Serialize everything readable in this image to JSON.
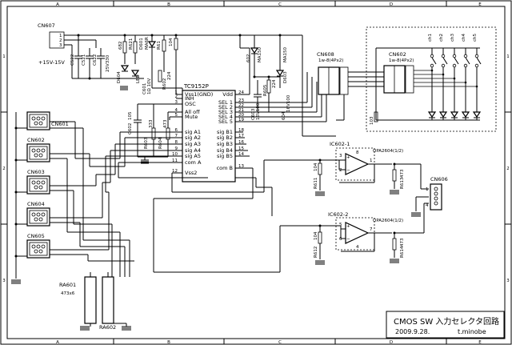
{
  "title_block": {
    "title": "CMOS SW 入力セレクタ回路",
    "date": "2009.9.28.",
    "author": "t.minobe"
  },
  "border": {
    "col_labels": [
      "A",
      "B",
      "C",
      "D",
      "E"
    ],
    "row_labels": [
      "1",
      "2",
      "3"
    ]
  },
  "power": {
    "connector": "CN607",
    "label": "+15V-15V",
    "pins": [
      "1",
      "2",
      "3"
    ],
    "caps": [
      "C522",
      "C521",
      "C622"
    ],
    "cap_value": "25V330",
    "resistors": [
      "682",
      "R621",
      "R61"
    ],
    "diodes": [
      "D604",
      "D601",
      "MA6R",
      "LED"
    ],
    "regulator": [
      "C601",
      "1Ω 10V",
      "104"
    ],
    "r602": [
      "R602",
      "224"
    ],
    "d602": [
      "602",
      "MA150"
    ],
    "c603": [
      "C603",
      "16V100"
    ]
  },
  "ic": {
    "name": "TC9152P",
    "left_pins": [
      {
        "num": "1",
        "label": "Vss1(GND)"
      },
      {
        "num": "2",
        "label": "INH"
      },
      {
        "num": "3",
        "label": "OSC"
      },
      {
        "num": "4",
        "label": "All off"
      },
      {
        "num": "5",
        "label": "Mute"
      },
      {
        "num": "6",
        "label": "sig A1"
      },
      {
        "num": "7",
        "label": "sig A2"
      },
      {
        "num": "8",
        "label": "sig A3"
      },
      {
        "num": "9",
        "label": "sig A4"
      },
      {
        "num": "10",
        "label": "sig A5"
      },
      {
        "num": "11",
        "label": "com A"
      },
      {
        "num": "12",
        "label": "Vss2"
      }
    ],
    "right_pins": [
      {
        "num": "24",
        "label": "Vdd"
      },
      {
        "num": "23",
        "label": "SEL 1"
      },
      {
        "num": "22",
        "label": "SEL 2"
      },
      {
        "num": "21",
        "label": "SEL 3"
      },
      {
        "num": "20",
        "label": "SEL 4"
      },
      {
        "num": "19",
        "label": "SEL 5"
      },
      {
        "num": "18",
        "label": "sig B1"
      },
      {
        "num": "17",
        "label": "sig B2"
      },
      {
        "num": "16",
        "label": "sig B3"
      },
      {
        "num": "15",
        "label": "sig B4"
      },
      {
        "num": "14",
        "label": "sig B5"
      },
      {
        "num": "13",
        "label": "com B"
      }
    ]
  },
  "osc": {
    "cap": "C602",
    "cap_value": "105",
    "r1": "R603",
    "r1_value": "333",
    "r2": "R604",
    "r2_value": "473"
  },
  "inputs": [
    "CN601",
    "CN602",
    "CN603",
    "CN604",
    "CN605"
  ],
  "selector_switch": {
    "cn608": "CN608",
    "cn608_desc": "1w-8(4Px2)",
    "cn602": "CN602",
    "cn602_desc": "1w-8(4Px2)",
    "channels": [
      "ch1",
      "ch2",
      "ch3",
      "ch4",
      "ch5"
    ],
    "res": [
      "R605",
      "224"
    ],
    "diode": [
      "D603",
      "MA150"
    ],
    "cap": [
      "604",
      "16V100"
    ],
    "r10": "103"
  },
  "opamps": {
    "ic1": "IC602-1",
    "ic1_desc": "OPA2604(1/2)",
    "ic2": "IC602-2",
    "ic2_desc": "OPA2604(1/2)",
    "r611": [
      "R611",
      "104"
    ],
    "r612": [
      "R612",
      "104"
    ],
    "r613": [
      "R613",
      "473"
    ],
    "r614": [
      "R614",
      "473"
    ],
    "ic1_pins": [
      "3",
      "2",
      "1",
      "8"
    ],
    "ic2_pins": [
      "5",
      "6",
      "7",
      "4"
    ]
  },
  "output": {
    "name": "CN606",
    "pins": [
      "1",
      "2",
      "3",
      "4"
    ]
  },
  "arrays": {
    "ra601": "RA601",
    "ra601_value": "473x6",
    "ra602": "RA602"
  }
}
